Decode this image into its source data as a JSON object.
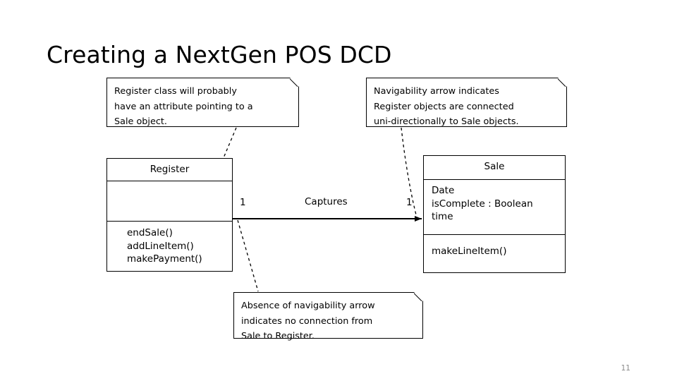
{
  "slide": {
    "title": "Creating a NextGen POS DCD",
    "page_number": "11",
    "background_color": "#ffffff",
    "line_color": "#000000"
  },
  "classes": [
    {
      "id": "register",
      "name": "Register",
      "attributes": "",
      "operations": "endSale()\naddLineItem()\nmakePayment()"
    },
    {
      "id": "sale",
      "name": "Sale",
      "attributes": "Date\nisComplete : Boolean\ntime",
      "operations": "makeLineItem()"
    }
  ],
  "association": {
    "label": "Captures",
    "source_multiplicity": "1",
    "target_multiplicity": "1",
    "direction": "Register to Sale",
    "navigable": true
  },
  "notes": [
    {
      "id": "register-attr",
      "text": "Register class will probably\nhave an attribute pointing to a\nSale object."
    },
    {
      "id": "navigability",
      "text": "Navigability arrow indicates\nRegister objects are connected\nuni-directionally to Sale objects."
    },
    {
      "id": "absence",
      "text": "Absence of navigability arrow\nindicates no connection from\nSale to Register."
    }
  ]
}
